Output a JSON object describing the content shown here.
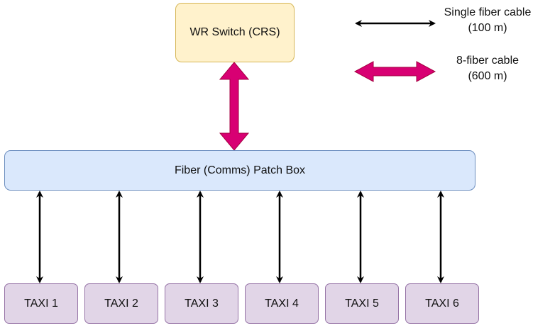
{
  "nodes": {
    "switch": "WR Switch (CRS)",
    "patch_box": "Fiber (Comms) Patch Box",
    "taxis": [
      "TAXI 1",
      "TAXI 2",
      "TAXI 3",
      "TAXI 4",
      "TAXI 5",
      "TAXI 6"
    ]
  },
  "legend": {
    "single_fiber": {
      "line1": "Single fiber cable",
      "line2": "(100 m)"
    },
    "eight_fiber": {
      "line1": "8-fiber cable",
      "line2": "(600 m)"
    }
  },
  "colors": {
    "switch_fill": "#fff2cc",
    "switch_border": "#d6b656",
    "patch_fill": "#dae8fc",
    "patch_border": "#6c8ebf",
    "taxi_fill": "#e1d5e7",
    "taxi_border": "#9673a6",
    "single_fiber_arrow": "#000000",
    "eight_fiber_arrow": "#d80073"
  }
}
